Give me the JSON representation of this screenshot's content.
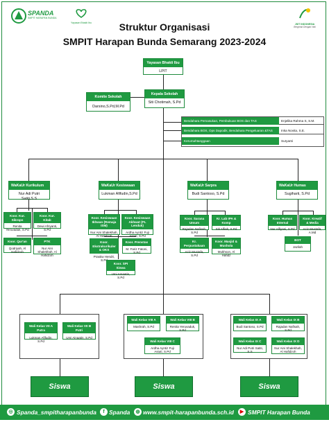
{
  "header": {
    "logo_left_text": "SPANDA",
    "logo_left_subtext": "SMPIT HARAPAN BUNDA",
    "logo_mid_text": "Yayasan Bhakti Ibu",
    "logo_right_text": "JSIT INDONESIA",
    "logo_right_subtext": "Bergerak Dengan Hati",
    "title_line1": "Struktur Organisasi",
    "title_line2": "SMPIT Harapan Bunda Semarang 2023-2024"
  },
  "top": {
    "yayasan": {
      "role": "Yayasan Bhakti Ibu",
      "name": "LPIT"
    },
    "kepala": {
      "role": "Kepala Sekolah",
      "name": "Siti Chotimah, S.Pd"
    },
    "komite": {
      "role": "Komite Sekolah",
      "name": "Darsino,S.Pd,M.Pd"
    }
  },
  "bendahara": [
    {
      "role": "Bendahara Pemasukan, Pembukuan BOS dan TAS",
      "name": "Enjelika Rahma S, S.M."
    },
    {
      "role": "Bendahara BOS, Ops Dapodik, Bendahara Pengeluaran &TAS",
      "name": "Inka Novita, S.E."
    },
    {
      "role": "Kerumahtanggaan",
      "name": "Suryanti"
    }
  ],
  "wakasek": [
    {
      "role": "WaKaUr Kurikulum",
      "name": "Nur Adi Putri Satiti,S.S"
    },
    {
      "role": "WaKaUr Kesiswaan",
      "name": "Lukman Afifudin,S.Pd"
    },
    {
      "role": "WaKaUr Sarpra",
      "name": "Budi Santoso, S.Pd"
    },
    {
      "role": "WaKaUr Humas",
      "name": "Sugiharti, S.Pd"
    }
  ],
  "koor": {
    "kurikulum": [
      {
        "role": "Koor. Kur. Sikrops",
        "name": "Renita Yeruvaduk, S.Pd"
      },
      {
        "role": "Koor. Kur. Kitab",
        "name": "Dewi Afriyanti, S.Pd"
      },
      {
        "role": "Koor. Qur'an",
        "name": "Qodriyah, Al Hafidzoh"
      },
      {
        "role": "PTK",
        "name": "Nur Aini Shalekhah, Al Hafidzoh"
      }
    ],
    "kesiswaan": [
      {
        "role": "Koor. Kesiswaan Ikhwan (Remaja ISM)",
        "name": "Nur Aini Shalekhah, Al Hafidzoh"
      },
      {
        "role": "Koor. Kesiswaan Akhwat (PL Lenduk)",
        "name": "Ardha Ayntiz Fuji Astuti, S.Pd"
      },
      {
        "role": "Koor. Ekstrakurikuler & OKS",
        "name": "Prastiw Hendri, S.Pd"
      },
      {
        "role": "Koor. Prenstas",
        "name": "M. Fariz Fatoni, S.Pd"
      },
      {
        "role": "Koor. SPI Siswa",
        "name": "Umi Amaatin, S.Pd"
      }
    ],
    "sarpra": [
      {
        "role": "Koor. Sarana Umum",
        "name": "Rajadan Nafisah, S.Pd"
      },
      {
        "role": "Kr. Lab IPA & Komp",
        "name": "Siti Alfiah, S.Pd"
      },
      {
        "role": "Kr. Perpustakaan",
        "name": "Aziz Mustafa, S.Pd"
      },
      {
        "role": "Koor. Masjid & Mushola",
        "name": "Mukhson, Al Hafidz"
      }
    ],
    "humas": [
      {
        "role": "Koor. Humas Internal",
        "name": "Nur Alfiyani, S.Pd"
      },
      {
        "role": "Koor. Kreatif & Media",
        "name": "Aziz Mustafa, A.Md"
      },
      {
        "role": "BOT",
        "name": "Jazilah"
      }
    ]
  },
  "walikelas": [
    [
      {
        "role": "Wali Kelas VII A Putra",
        "name": "Lukman Afifudin, S.Pd"
      },
      {
        "role": "Wali Kelas VII B Putri",
        "name": "Umi Ainaatin, S.Pd"
      }
    ],
    [
      {
        "role": "Wali Kelas VIII A",
        "name": "Mashrah, S.Pd"
      },
      {
        "role": "Wali Kelas VIII B",
        "name": "Renita Yeruvaduk, S.Pd"
      },
      {
        "role": "Wali Kelas VIII C",
        "name": "Ardha Ayntiz Fuji Astuti, S.Pd"
      }
    ],
    [
      {
        "role": "Wali Kelas IX A",
        "name": "Budi Santoso, S.Pd"
      },
      {
        "role": "Wali Kelas IX B",
        "name": "Rajadan Nafisah, S.Pd"
      },
      {
        "role": "Wali Kelas IX C",
        "name": "Nur Adi Putri Satiti, S.S"
      },
      {
        "role": "Wali Kelas IX D",
        "name": "Nur Aini Shalekhah, Al Hafidzoh"
      }
    ]
  ],
  "siswa": [
    "Siswa",
    "Siswa",
    "Siswa"
  ],
  "footer": {
    "instagram": "Spanda_smpitharapanbunda",
    "facebook": "Spanda",
    "website": "www.smpit-harapanbunda.sch.id",
    "youtube": "SMPIT Harapan Bunda"
  }
}
